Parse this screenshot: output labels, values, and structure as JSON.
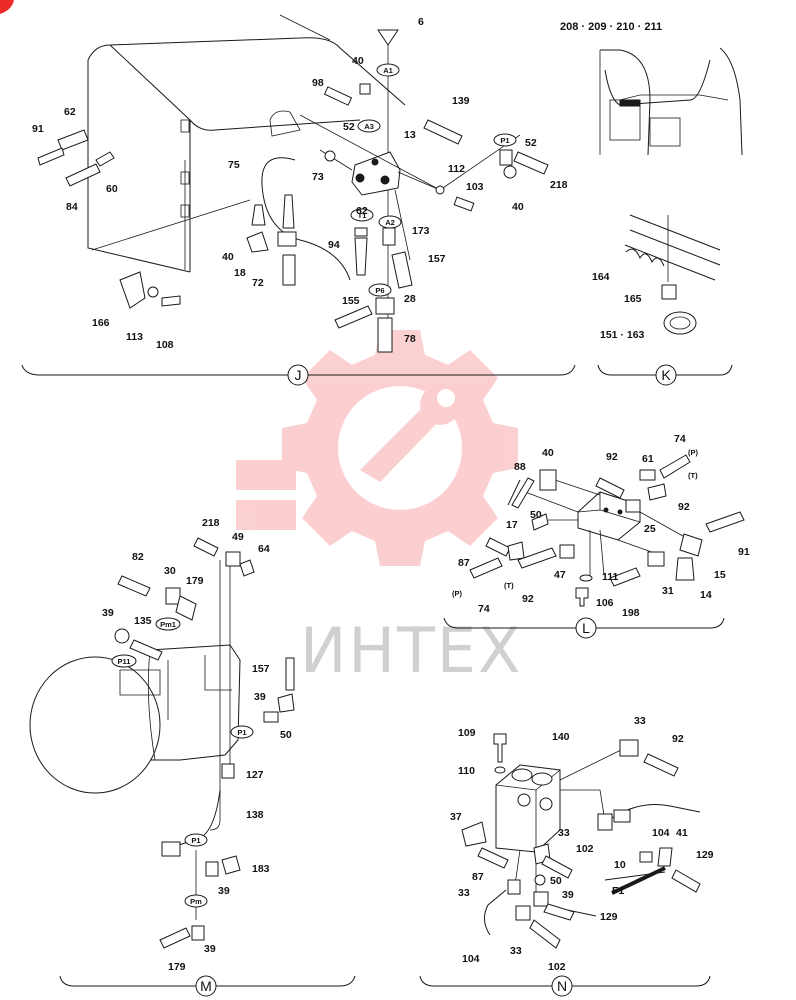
{
  "header": {
    "model_codes": "208 · 209 · 210 · 211"
  },
  "colors": {
    "line": "#1a1a1a",
    "watermark": "#ee2b2b",
    "background": "#ffffff"
  },
  "watermark": {
    "brand_text": "ИНТЕХ",
    "logo_icon": "gear-wrench-icon"
  },
  "sections": [
    {
      "id": "J",
      "label": "J"
    },
    {
      "id": "K",
      "label": "K"
    },
    {
      "id": "L",
      "label": "L"
    },
    {
      "id": "M",
      "label": "M"
    },
    {
      "id": "N",
      "label": "N"
    }
  ],
  "bubbles": {
    "J": [
      "A1",
      "A3",
      "P1",
      "T1",
      "A2",
      "P6"
    ],
    "L": [
      "(P)",
      "(T)",
      "(P)",
      "(T)"
    ],
    "M": [
      "Pm1",
      "P11",
      "P1",
      "P1",
      "Pm"
    ],
    "N": [
      "F1"
    ]
  },
  "labels": {
    "J": [
      "6",
      "40",
      "98",
      "139",
      "52",
      "13",
      "62",
      "91",
      "P1",
      "52",
      "73",
      "218",
      "60",
      "112",
      "103",
      "84",
      "75",
      "40",
      "62",
      "173",
      "94",
      "157",
      "40",
      "18",
      "72",
      "28",
      "166",
      "113",
      "108",
      "155",
      "78"
    ],
    "K": [
      "164",
      "165",
      "151 · 163"
    ],
    "L": [
      "74",
      "40",
      "92",
      "88",
      "61",
      "92",
      "25",
      "50",
      "17",
      "87",
      "111",
      "47",
      "106",
      "74",
      "92",
      "31",
      "198",
      "15",
      "14",
      "91"
    ],
    "M": [
      "218",
      "49",
      "64",
      "82",
      "30",
      "179",
      "39",
      "135",
      "157",
      "39",
      "50",
      "127",
      "138",
      "183",
      "39",
      "39",
      "179"
    ],
    "N": [
      "109",
      "140",
      "33",
      "92",
      "110",
      "37",
      "33",
      "104",
      "41",
      "102",
      "10",
      "129",
      "87",
      "50",
      "33",
      "39",
      "129",
      "104",
      "33",
      "102"
    ]
  }
}
